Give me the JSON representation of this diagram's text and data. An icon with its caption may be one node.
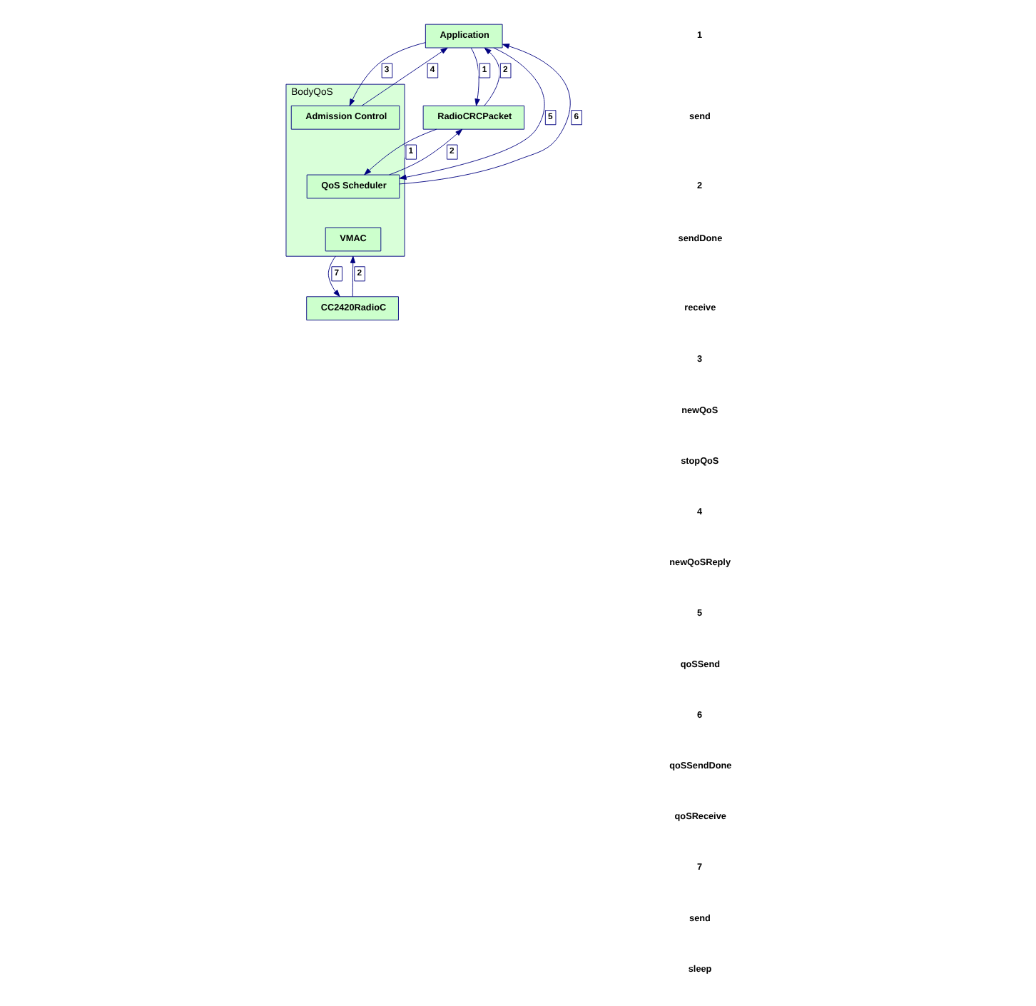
{
  "diagram": {
    "nodes": [
      {
        "text": [
          "Application"
        ]
      },
      {
        "text": [
          "RadioCRCPacket"
        ]
      },
      {
        "text": [
          "BodyQoS"
        ]
      },
      {
        "text": [
          "Admission Control"
        ],
        "in": 2
      },
      {
        "text": [
          "QoS Scheduler"
        ],
        "in": 2
      },
      {
        "text": [
          "VMAC"
        ],
        "in": 2
      },
      {
        "text": [
          "CC2420RadioC"
        ]
      }
    ],
    "edges": [
      {
        "from": 0,
        "to": 1,
        "arrow": "to",
        "label": "1"
      },
      {
        "from": 1,
        "to": 0,
        "arrow": "to",
        "label": "2"
      },
      {
        "from": 0,
        "to": 4,
        "arrow": "to",
        "label": "5"
      },
      {
        "from": 4,
        "to": 0,
        "arrow": "to",
        "label": "6"
      },
      {
        "from": 0,
        "to": 3,
        "arrow": "to",
        "label": "3"
      },
      {
        "from": 3,
        "to": 0,
        "arrow": "to",
        "label": "4"
      },
      {
        "from": 1,
        "to": 4,
        "arrow": "to",
        "label": "1"
      },
      {
        "from": 4,
        "to": 1,
        "arrow": "to",
        "label": "2"
      },
      {
        "from": 2,
        "to": 6,
        "arrow": "to",
        "label": "7"
      },
      {
        "from": 6,
        "to": 2,
        "arrow": "to",
        "label": "2"
      }
    ],
    "labels": [
      "1",
      "send",
      "2",
      "sendDone",
      "receive",
      "3",
      "newQoS",
      "stopQoS",
      "4",
      "newQoSReply",
      "5",
      "qoSSend",
      "6",
      "qoSSendDone",
      "qoSReceive",
      "7",
      "send",
      "sleep"
    ]
  }
}
